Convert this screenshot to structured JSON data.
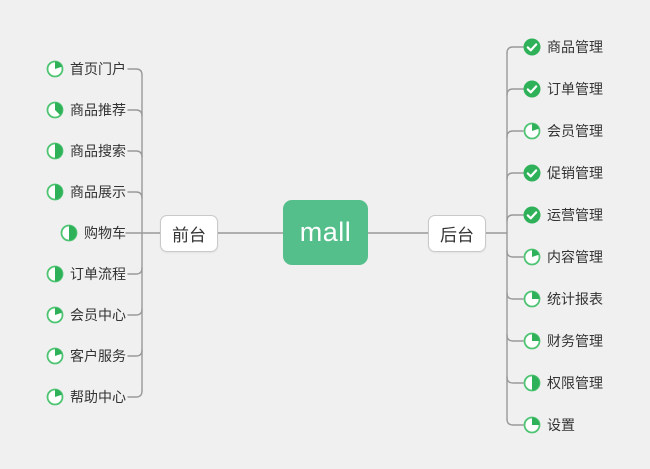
{
  "canvas": {
    "background": "#f0f0f0",
    "line_color": "#999999"
  },
  "root": {
    "label": "mall",
    "fill_color": "#55bf8b",
    "text_color": "#ffffff"
  },
  "marker_colors": {
    "done_fill": "#2fb159",
    "check_stroke": "#ffffff",
    "progress_fill": "#2fb159",
    "progress_ring": "#4fc473",
    "progress_bg": "#ffffff"
  },
  "branches": {
    "left": {
      "label": "前台",
      "items": [
        {
          "label": "首页门户",
          "marker": "progress",
          "progress": 0.2
        },
        {
          "label": "商品推荐",
          "marker": "progress",
          "progress": 0.375
        },
        {
          "label": "商品搜索",
          "marker": "progress",
          "progress": 0.5
        },
        {
          "label": "商品展示",
          "marker": "progress",
          "progress": 0.5
        },
        {
          "label": "购物车",
          "marker": "progress",
          "progress": 0.5
        },
        {
          "label": "订单流程",
          "marker": "progress",
          "progress": 0.5
        },
        {
          "label": "会员中心",
          "marker": "progress",
          "progress": 0.2
        },
        {
          "label": "客户服务",
          "marker": "progress",
          "progress": 0.2
        },
        {
          "label": "帮助中心",
          "marker": "progress",
          "progress": 0.2
        }
      ]
    },
    "right": {
      "label": "后台",
      "items": [
        {
          "label": "商品管理",
          "marker": "done"
        },
        {
          "label": "订单管理",
          "marker": "done"
        },
        {
          "label": "会员管理",
          "marker": "progress",
          "progress": 0.2
        },
        {
          "label": "促销管理",
          "marker": "done"
        },
        {
          "label": "运营管理",
          "marker": "done"
        },
        {
          "label": "内容管理",
          "marker": "progress",
          "progress": 0.2
        },
        {
          "label": "统计报表",
          "marker": "progress",
          "progress": 0.25
        },
        {
          "label": "财务管理",
          "marker": "progress",
          "progress": 0.25
        },
        {
          "label": "权限管理",
          "marker": "progress",
          "progress": 0.5
        },
        {
          "label": "设置",
          "marker": "progress",
          "progress": 0.25
        }
      ]
    }
  }
}
